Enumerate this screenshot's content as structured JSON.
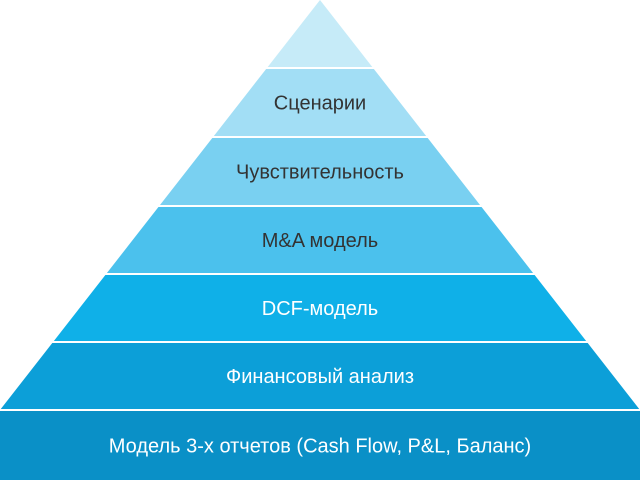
{
  "diagram": {
    "type": "pyramid",
    "tiers": [
      {
        "label": "",
        "fill": "#c6ebf8",
        "text_color": "#333333"
      },
      {
        "label": "Сценарии",
        "fill": "#a2def5",
        "text_color": "#333333"
      },
      {
        "label": "Чувствительность",
        "fill": "#79d0f1",
        "text_color": "#333333"
      },
      {
        "label": "M&A модель",
        "fill": "#4bc1ed",
        "text_color": "#333333"
      },
      {
        "label": "DCF-модель",
        "fill": "#0fb0e8",
        "text_color": "#ffffff"
      },
      {
        "label": "Финансовый анализ",
        "fill": "#0c9fd8",
        "text_color": "#ffffff"
      },
      {
        "label": "Модель 3-х отчетов (Cash Flow, P&L, Баланс)",
        "fill": "#0a90c7",
        "text_color": "#ffffff"
      }
    ]
  }
}
